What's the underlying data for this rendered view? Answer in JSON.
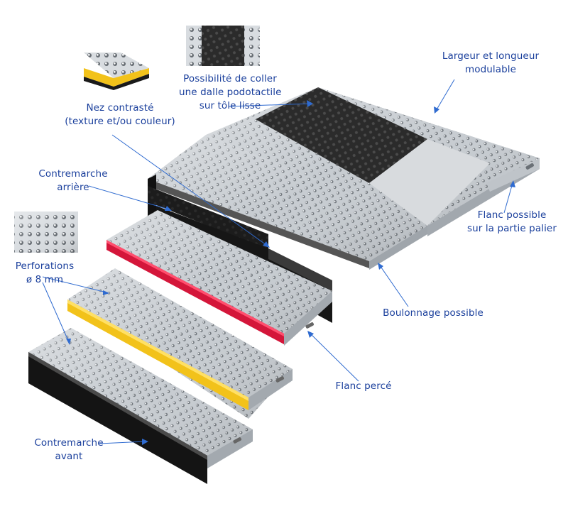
{
  "labels": {
    "coller": [
      "Possibilité de coller",
      "une dalle podotactile",
      "sur tôle lisse"
    ],
    "largeur": [
      "Largeur et longueur",
      "modulable"
    ],
    "nez": [
      "Nez contrasté",
      "(texture et/ou couleur)"
    ],
    "contremarche_arriere": [
      "Contremarche",
      "arrière"
    ],
    "perforations": [
      "Perforations",
      "ø 8 mm"
    ],
    "flanc_palier": [
      "Flanc possible",
      "sur la partie palier"
    ],
    "boulonnage": [
      "Boulonnage possible"
    ],
    "flanc_perce": [
      "Flanc percé"
    ],
    "contremarche_avant": [
      "Contremarche",
      "avant"
    ]
  },
  "colors": {
    "label_text": "#1a3f9c",
    "arrow": "#2f6bd0",
    "steel_light": "#d9dde1",
    "steel_mid": "#b9bfc5",
    "steel_dark": "#8f959b",
    "tactile_black": "#2a2a2a",
    "riser_black": "#151515",
    "nose_yellow": "#f2c21a",
    "nose_red": "#d4163a"
  }
}
